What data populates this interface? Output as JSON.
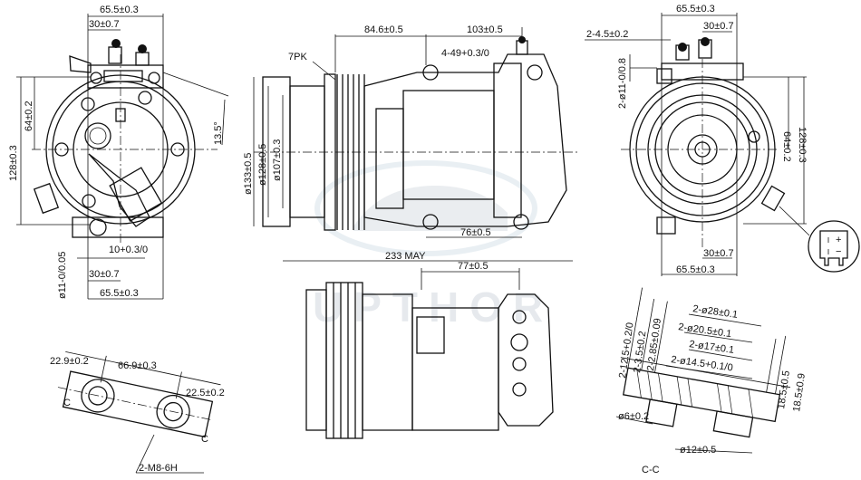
{
  "watermark": {
    "text": "UPTHOR",
    "color": "#b9c3cc"
  },
  "front_view_left": {
    "width_top": "65.5±0.3",
    "offset_top": "30±0.7",
    "height_total": "128±0.3",
    "height_half": "64±0.2",
    "angle": "13.5°",
    "slot": "10+0.3/0",
    "hole": "ø11-0/0.05",
    "offset_bottom": "30±0.7",
    "width_bottom": "65.5±0.3"
  },
  "side_view": {
    "belt": "7PK",
    "pulley_offset": "84.6±0.5",
    "body_length": "103±0.5",
    "holes": "4-49+0.3/0",
    "dia_outer": "ø133±0.5",
    "dia_pulley": "ø128±0.5",
    "dia_inner": "ø107±0.3",
    "mount_spacing": "76±0.5",
    "overall_length": "233 MAY"
  },
  "top_view": {
    "port_offset": "77±0.5"
  },
  "rear_view": {
    "width_top": "65.5±0.3",
    "offset_top": "30±0.7",
    "boss": "2-4.5±0.2",
    "holes": "2-ø11-0/0.8",
    "height_half": "64±0.2",
    "height_total": "128±0.3",
    "offset_bottom": "30±0.7",
    "width_bottom": "65.5±0.3",
    "connector_plus": "+",
    "connector_minus": "−"
  },
  "port_view": {
    "left": "22.9±0.2",
    "span": "66.9±0.3",
    "right": "22.5±0.2",
    "thread": "2-M8-6H",
    "section_mark_left": "C",
    "section_mark_right": "C"
  },
  "section_cc": {
    "d28": "2-ø28±0.1",
    "d20": "2-ø20.5±0.1",
    "d17": "2-ø17±0.1",
    "d14": "2-ø14.5+0.1/0",
    "depth12": "2-12.5+0.2/0",
    "depth3": "2-3.5±0.2",
    "depth2": "2-2.85±0.09",
    "h1": "18.5±0.5",
    "h2": "18.5±0.9",
    "d6": "ø6±0.2",
    "d12": "ø12±0.5",
    "title": "C-C"
  }
}
